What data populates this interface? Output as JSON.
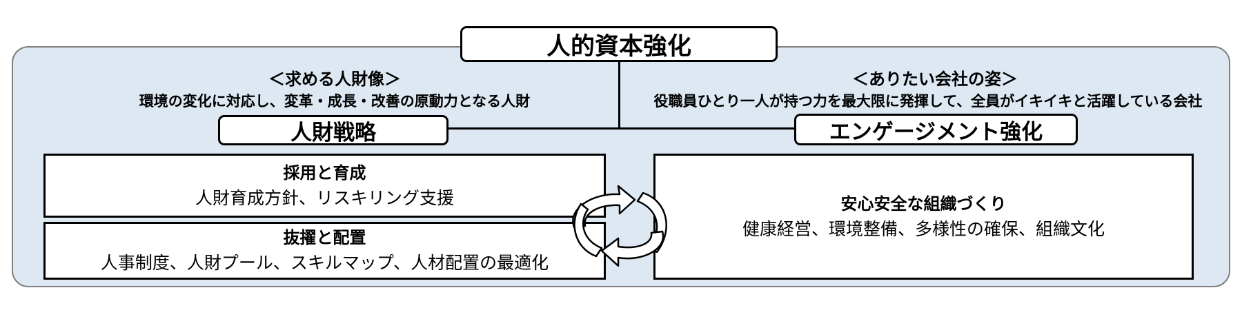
{
  "diagram": {
    "title": "人的資本強化",
    "left": {
      "subtitle": "＜求める人財像＞",
      "description": "環境の変化に対応し、変革・成長・改善の原動力となる人財",
      "header": "人財戦略",
      "boxes": [
        {
          "title": "採用と育成",
          "text": "人財育成方針、リスキリング支援"
        },
        {
          "title": "抜擢と配置",
          "text": "人事制度、人財プール、スキルマップ、人材配置の最適化"
        }
      ]
    },
    "right": {
      "subtitle": "＜ありたい会社の姿＞",
      "description": "役職員ひとり一人が持つ力を最大限に発揮して、全員がイキイキと活躍している会社",
      "header": "エンゲージメント強化",
      "box": {
        "title": "安心安全な組織づくり",
        "text": "健康経営、環境整備、多様性の確保、組織文化"
      }
    },
    "cycle_icon": "circular-arrows-icon",
    "colors": {
      "panel": "#dde8f3",
      "panel_border": "#7f7f7f",
      "box_border": "#000000",
      "arrow_fill": "#ffffff"
    }
  }
}
